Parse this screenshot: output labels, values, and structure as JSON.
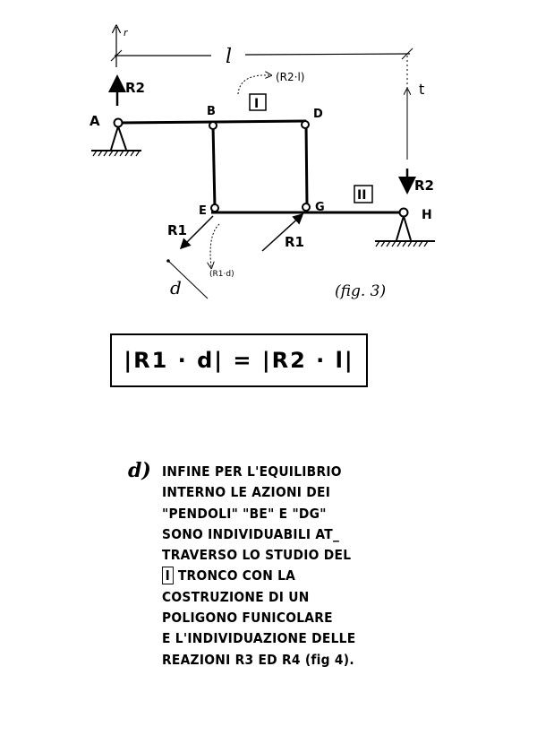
{
  "diagram": {
    "labels": {
      "r": "r",
      "l": "l",
      "t": "t",
      "A": "A",
      "B": "B",
      "D": "D",
      "E": "E",
      "G": "G",
      "H": "H",
      "R2_left": "R2",
      "R2_right": "R2",
      "R1_left": "R1",
      "R1_right": "R1",
      "moment_top": "(R2·l)",
      "moment_bottom": "(R1·d)",
      "d": "d",
      "trunk_I": "I",
      "trunk_II": "II",
      "fig": "(fig. 3)"
    }
  },
  "formula": "|R1 · d| = |R2 · l|",
  "note": {
    "marker": "d)",
    "lines": [
      "INFINE PER L'EQUILIBRIO",
      "INTERNO LE AZIONI DEI",
      "\"PENDOLI\" \"BE\" E \"DG\"",
      "SONO INDIVIDUABILI AT_",
      "TRAVERSO LO STUDIO DEL",
      "TRONCO CON LA",
      "COSTRUZIONE DI UN",
      "POLIGONO FUNICOLARE",
      "E L'INDIVIDUAZIONE DELLE",
      "REAZIONI R3 ED R4 (fig 4)."
    ],
    "box_label": "I"
  }
}
